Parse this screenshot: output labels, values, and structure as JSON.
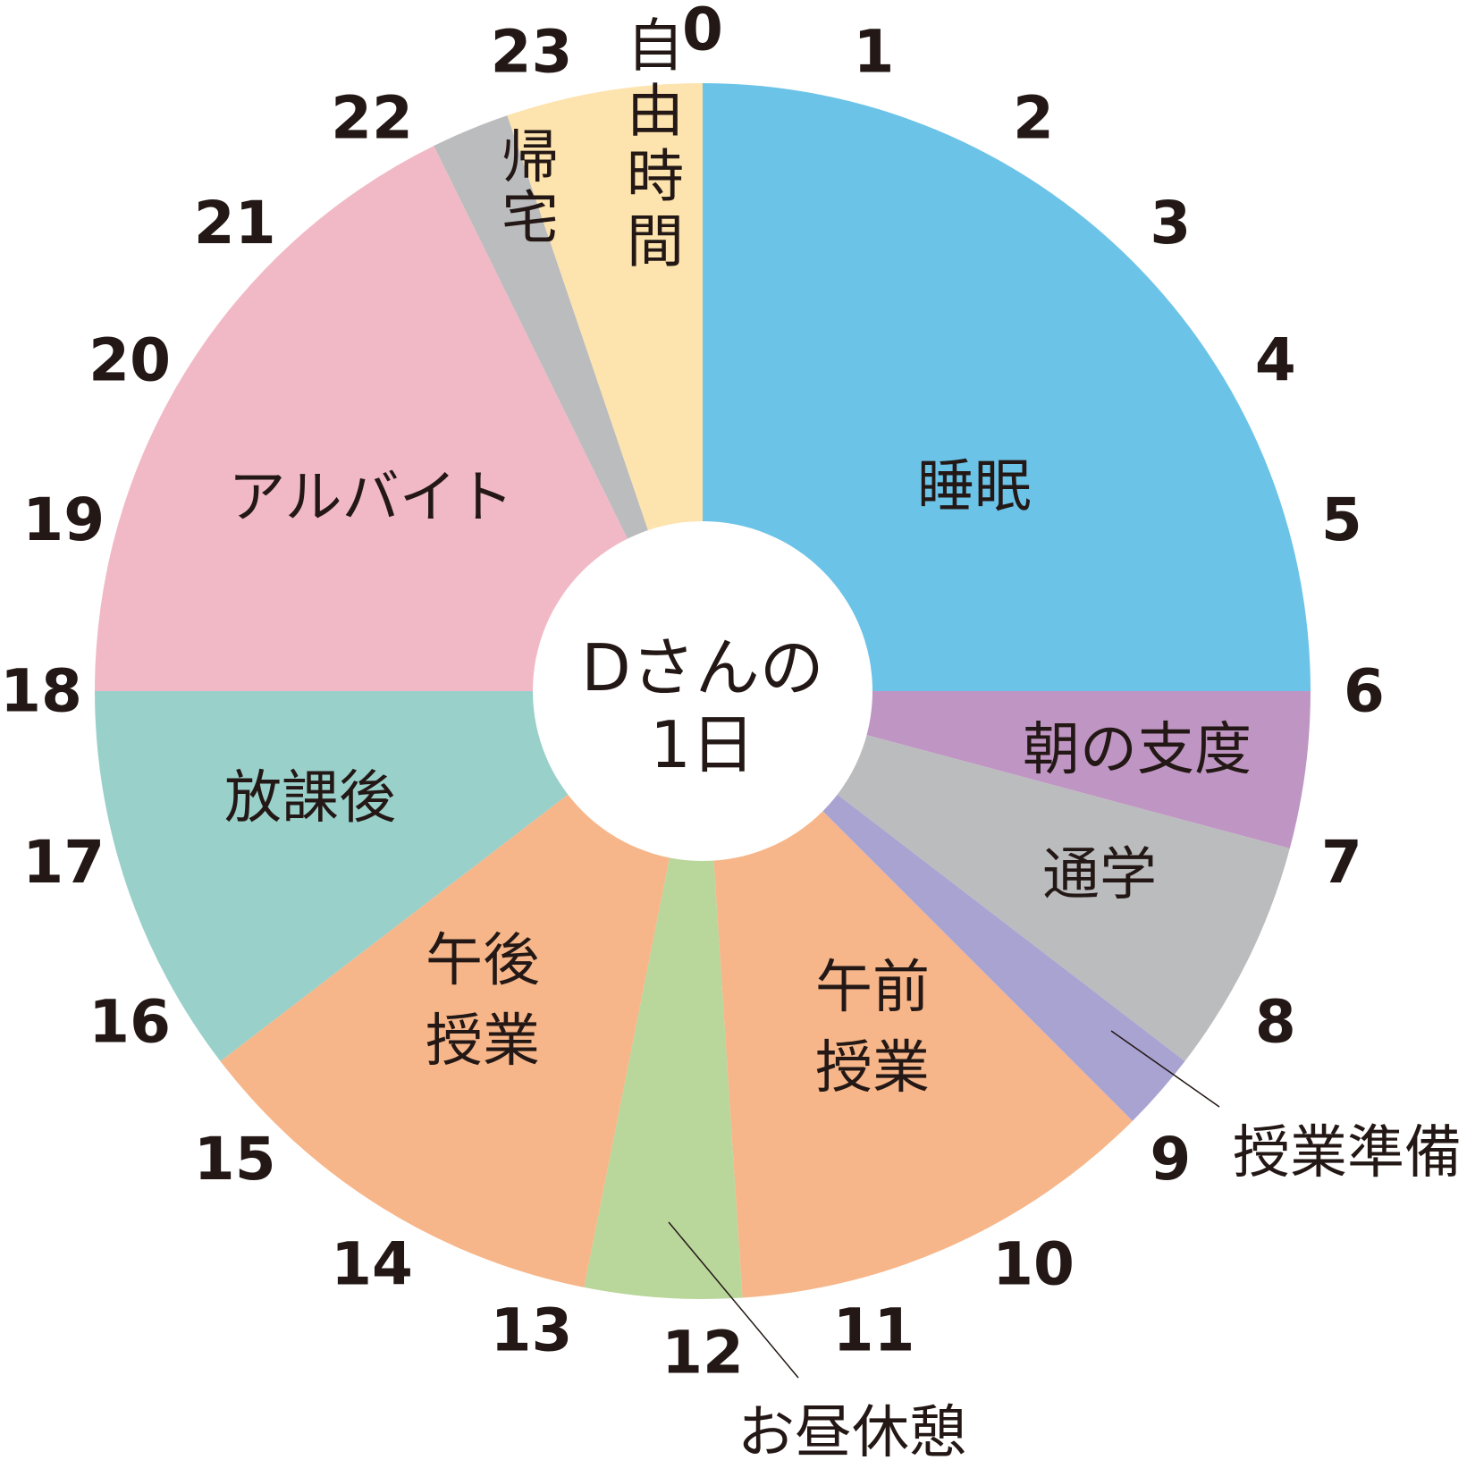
{
  "chart_data": {
    "type": "pie",
    "title": "Dさんの1日",
    "title_lines": [
      "Dさんの",
      "1日"
    ],
    "hour_ticks": [
      "0",
      "1",
      "2",
      "3",
      "4",
      "5",
      "6",
      "7",
      "8",
      "9",
      "10",
      "11",
      "12",
      "13",
      "14",
      "15",
      "16",
      "17",
      "18",
      "19",
      "20",
      "21",
      "22",
      "23"
    ],
    "segments": [
      {
        "label": "睡眠",
        "label_lines": [
          "睡眠"
        ],
        "start": 0,
        "end": 6,
        "color": "#6cc3e8"
      },
      {
        "label": "朝の支度",
        "label_lines": [
          "朝の支度"
        ],
        "start": 6,
        "end": 7,
        "color": "#bf96c3"
      },
      {
        "label": "通学",
        "label_lines": [
          "通学"
        ],
        "start": 7,
        "end": 8.5,
        "color": "#bbbcbe"
      },
      {
        "label": "授業準備",
        "label_lines": [
          "授業準備"
        ],
        "start": 8.5,
        "end": 9,
        "color": "#a9a3d2"
      },
      {
        "label": "午前授業",
        "label_lines": [
          "午前",
          "授業"
        ],
        "start": 9,
        "end": 11.75,
        "color": "#f6b68a"
      },
      {
        "label": "お昼休憩",
        "label_lines": [
          "お昼休憩"
        ],
        "start": 11.75,
        "end": 12.75,
        "color": "#b9d69b"
      },
      {
        "label": "午後授業",
        "label_lines": [
          "午後",
          "授業"
        ],
        "start": 12.75,
        "end": 15.5,
        "color": "#f6b68a"
      },
      {
        "label": "放課後",
        "label_lines": [
          "放課後"
        ],
        "start": 15.5,
        "end": 18,
        "color": "#99d0ca"
      },
      {
        "label": "アルバイト",
        "label_lines": [
          "アルバイト"
        ],
        "start": 18,
        "end": 22.25,
        "color": "#f1b9c6"
      },
      {
        "label": "帰宅",
        "label_lines": [
          "帰",
          "宅"
        ],
        "start": 22.25,
        "end": 22.75,
        "color": "#bbbcbe"
      },
      {
        "label": "自由時間",
        "label_lines": [
          "自",
          "由",
          "時",
          "間"
        ],
        "start": 22.75,
        "end": 24,
        "color": "#fde3ae"
      }
    ]
  }
}
